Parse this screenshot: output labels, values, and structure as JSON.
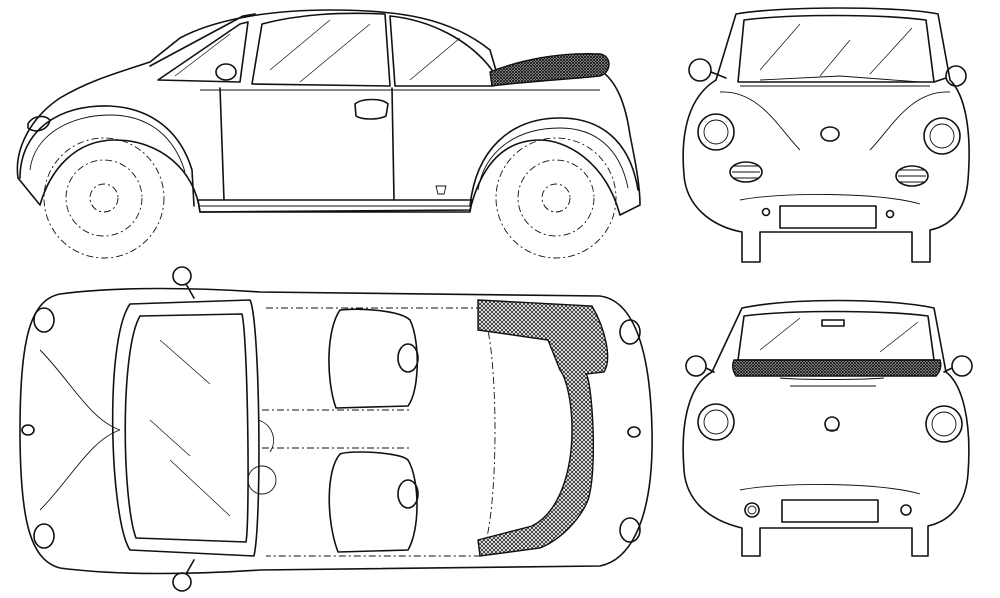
{
  "drawing": {
    "views": [
      "side",
      "front",
      "top",
      "rear"
    ],
    "colors": {
      "line": "#111111",
      "paper": "#ffffff",
      "hatch": "#333333"
    }
  }
}
